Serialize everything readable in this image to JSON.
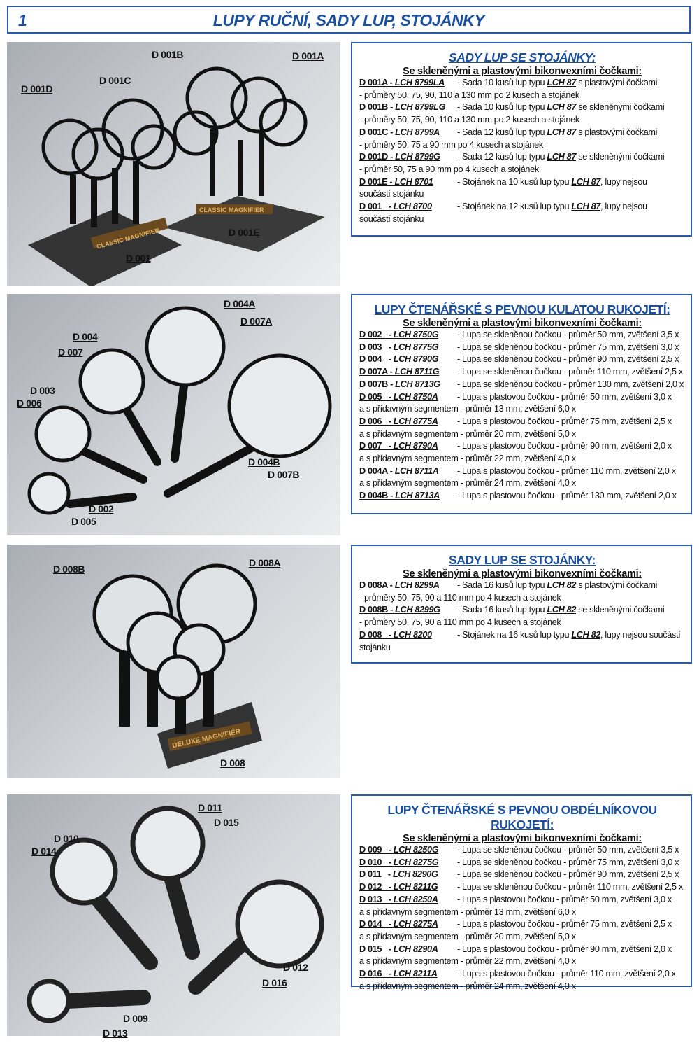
{
  "header": {
    "page_number": "1",
    "title": "LUPY RUČNÍ, SADY LUP, STOJÁNKY"
  },
  "sections": [
    {
      "photo_labels": [
        "D 001B",
        "D 001A",
        "D 001C",
        "D 001D",
        "D 001E",
        "D 001"
      ],
      "stand_text": [
        "CLASSIC MAGNIFIER",
        "CLASSIC MAGNIFIER"
      ],
      "title": "SADY LUP SE STOJÁNKY:",
      "subtitle": "Se skleněnými a plastovými bikonvexními čočkami:",
      "entries": [
        {
          "code": "D 001A - ",
          "model": "LCH 8799LA",
          "desc": "- Sada 10 kusů lup typu ",
          "ref": "LCH 87",
          "post": " s plastovými čočkami",
          "cont": "- průměry 50, 75, 90, 110 a 130 mm po 2 kusech a stojánek"
        },
        {
          "code": "D 001B - ",
          "model": "LCH 8799LG",
          "desc": "- Sada 10 kusů lup typu ",
          "ref": "LCH 87",
          "post": " se skleněnými čočkami",
          "cont": "- průměry 50, 75, 90, 110 a 130 mm po 2 kusech a stojánek"
        },
        {
          "code": "D 001C - ",
          "model": "LCH 8799A",
          "desc": "- Sada 12 kusů lup typu ",
          "ref": "LCH 87",
          "post": " s plastovými čočkami",
          "cont": "- průměry 50, 75 a 90 mm po 4 kusech a stojánek"
        },
        {
          "code": "D 001D - ",
          "model": "LCH 8799G",
          "desc": "- Sada 12 kusů lup typu ",
          "ref": "LCH 87",
          "post": " se skleněnými čočkami",
          "cont": "- průměr 50, 75 a 90 mm po 4 kusech a stojánek"
        },
        {
          "code": "D 001E - ",
          "model": "LCH 8701",
          "desc": "- Stojánek na 10 kusů lup typu ",
          "ref": "LCH 87",
          "post": ", lupy nejsou",
          "cont": "součástí stojánku"
        },
        {
          "code": "D 001   - ",
          "model": "LCH 8700",
          "desc": "- Stojánek na 12 kusů lup typu ",
          "ref": "LCH 87",
          "post": ", lupy nejsou",
          "cont": "součástí stojánku"
        }
      ]
    },
    {
      "photo_labels": [
        "D 004A",
        "D 007A",
        "D 004",
        "D 007",
        "D 003",
        "D 006",
        "D 004B",
        "D 007B",
        "D 002",
        "D 005"
      ],
      "title": "LUPY ČTENÁŘSKÉ S PEVNOU KULATOU RUKOJETÍ:",
      "subtitle": "Se skleněnými a plastovými bikonvexními čočkami:",
      "entries": [
        {
          "code": "D 002   - ",
          "model": "LCH 8750G",
          "desc": "- Lupa se skleněnou čočkou - průměr 50 mm, zvětšení 3,5 x"
        },
        {
          "code": "D 003   - ",
          "model": "LCH 8775G",
          "desc": "- Lupa se skleněnou čočkou - průměr 75 mm, zvětšení 3,0 x"
        },
        {
          "code": "D 004   - ",
          "model": "LCH 8790G",
          "desc": "- Lupa se skleněnou čočkou - průměr 90 mm, zvětšení 2,5 x"
        },
        {
          "code": "D 007A - ",
          "model": "LCH 8711G",
          "desc": "- Lupa se skleněnou čočkou - průměr 110 mm, zvětšení 2,5 x"
        },
        {
          "code": "D 007B - ",
          "model": "LCH 8713G",
          "desc": "- Lupa se skleněnou čočkou - průměr 130 mm, zvětšení 2,0 x"
        },
        {
          "code": "D 005   - ",
          "model": "LCH 8750A",
          "desc": "- Lupa s plastovou čočkou - průměr 50 mm, zvětšení 3,0 x",
          "cont": "a s přídavným segmentem - průměr 13 mm, zvětšení 6,0 x"
        },
        {
          "code": "D 006   - ",
          "model": "LCH 8775A",
          "desc": "- Lupa s plastovou čočkou - průměr 75 mm, zvětšení 2,5 x",
          "cont": "a s přídavným segmentem - průměr 20 mm, zvětšení 5,0 x"
        },
        {
          "code": "D 007   - ",
          "model": "LCH 8790A",
          "desc": "- Lupa s plastovou čočkou - průměr 90 mm, zvětšení 2,0 x",
          "cont": "a s přídavným segmentem - průměr 22 mm, zvětšení 4,0 x"
        },
        {
          "code": "D 004A - ",
          "model": "LCH 8711A",
          "desc": "- Lupa s plastovou čočkou - průměr 110 mm, zvětšení 2,0 x",
          "cont": "a s přídavným segmentem - průměr 24 mm, zvětšení 4,0 x"
        },
        {
          "code": "D 004B - ",
          "model": "LCH 8713A",
          "desc": "- Lupa s plastovou čočkou - průměr 130 mm, zvětšení 2,0 x"
        }
      ]
    },
    {
      "photo_labels": [
        "D 008B",
        "D 008A",
        "D 008"
      ],
      "stand_text": [
        "DELUXE MAGNIFIER"
      ],
      "title": "SADY LUP SE STOJÁNKY:",
      "subtitle": "Se skleněnými a plastovými bikonvexními čočkami:",
      "entries": [
        {
          "code": "D 008A - ",
          "model": "LCH 8299A",
          "desc": "- Sada 16 kusů lup typu ",
          "ref": "LCH 82",
          "post": " s plastovými čočkami",
          "cont": "- průměry 50, 75, 90 a 110 mm po 4 kusech a stojánek"
        },
        {
          "code": "D 008B - ",
          "model": "LCH 8299G",
          "desc": "- Sada 16 kusů lup typu ",
          "ref": "LCH 82",
          "post": " se skleněnými čočkami",
          "cont": "- průměry 50, 75, 90 a 110 mm po 4 kusech a stojánek"
        },
        {
          "code": "D 008   - ",
          "model": "LCH 8200",
          "desc": "- Stojánek na 16 kusů lup typu ",
          "ref": "LCH 82",
          "post": ", lupy nejsou součástí",
          "cont": "stojánku"
        }
      ]
    },
    {
      "photo_labels": [
        "D 011",
        "D 015",
        "D 010",
        "D 014",
        "D 012",
        "D 016",
        "D 009",
        "D 013"
      ],
      "title": "LUPY ČTENÁŘSKÉ S PEVNOU OBDÉLNÍKOVOU RUKOJETÍ:",
      "subtitle": "Se skleněnými a plastovými bikonvexními čočkami:",
      "entries": [
        {
          "code": "D 009   - ",
          "model": "LCH 8250G",
          "desc": "- Lupa se skleněnou čočkou - průměr 50 mm, zvětšení 3,5 x"
        },
        {
          "code": "D 010   - ",
          "model": "LCH 8275G",
          "desc": "- Lupa se skleněnou čočkou - průměr 75 mm, zvětšení 3,0 x"
        },
        {
          "code": "D 011   - ",
          "model": "LCH 8290G",
          "desc": "- Lupa se skleněnou čočkou - průměr 90 mm, zvětšení 2,5 x"
        },
        {
          "code": "D 012   - ",
          "model": "LCH 8211G",
          "desc": "- Lupa se skleněnou čočkou - průměr 110 mm, zvětšení 2,5 x"
        },
        {
          "code": "D 013   - ",
          "model": "LCH 8250A",
          "desc": "- Lupa s plastovou čočkou - průměr 50 mm, zvětšení 3,0 x",
          "cont": "a s přídavným segmentem - průměr 13 mm, zvětšení 6,0 x"
        },
        {
          "code": "D 014   - ",
          "model": "LCH 8275A",
          "desc": "- Lupa s plastovou čočkou - průměr 75 mm, zvětšení 2,5 x",
          "cont": "a s přídavným segmentem - průměr 20 mm, zvětšení 5,0 x"
        },
        {
          "code": "D 015   - ",
          "model": "LCH 8290A",
          "desc": "- Lupa s plastovou čočkou - průměr 90 mm, zvětšení 2,0 x",
          "cont": "a s přídavným segmentem - průměr 22 mm, zvětšení 4,0 x"
        },
        {
          "code": "D 016   - ",
          "model": "LCH 8211A",
          "desc": "- Lupa s plastovou čočkou - průměr 110 mm, zvětšení 2,0 x",
          "cont": "a s přídavným segmentem - průměr 24 mm, zvětšení 4,0 x"
        }
      ]
    }
  ]
}
